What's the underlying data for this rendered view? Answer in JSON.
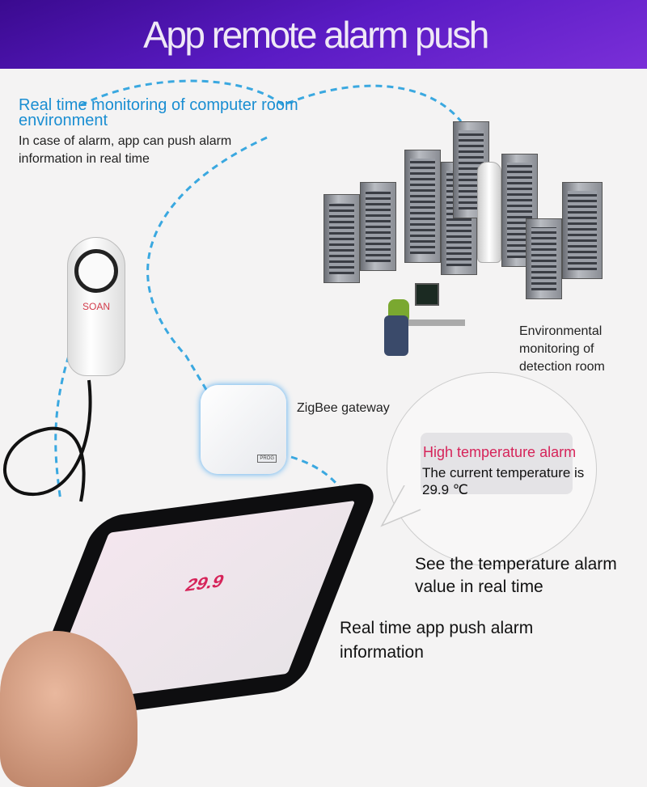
{
  "header": {
    "title": "App remote alarm push"
  },
  "intro": {
    "heading": "Real time monitoring of computer room environment",
    "body": "In case of alarm, app can push alarm information in real time"
  },
  "labels": {
    "room": "Environmental monitoring of detection room",
    "gateway": "ZigBee gateway",
    "siren_brand": "SOAN",
    "gateway_badge": "PROG",
    "see_value": "See the temperature alarm value in real time",
    "push": "Real time app push alarm information"
  },
  "alarm": {
    "title": "High temperature alarm",
    "body": "The current temperature is 29.9 ℃"
  },
  "phone": {
    "reading": "29.9"
  },
  "colors": {
    "header": "#5a1bc4",
    "accent_blue": "#1a8ed2",
    "alarm_red": "#d6245a",
    "dash": "#3aa8e0"
  }
}
